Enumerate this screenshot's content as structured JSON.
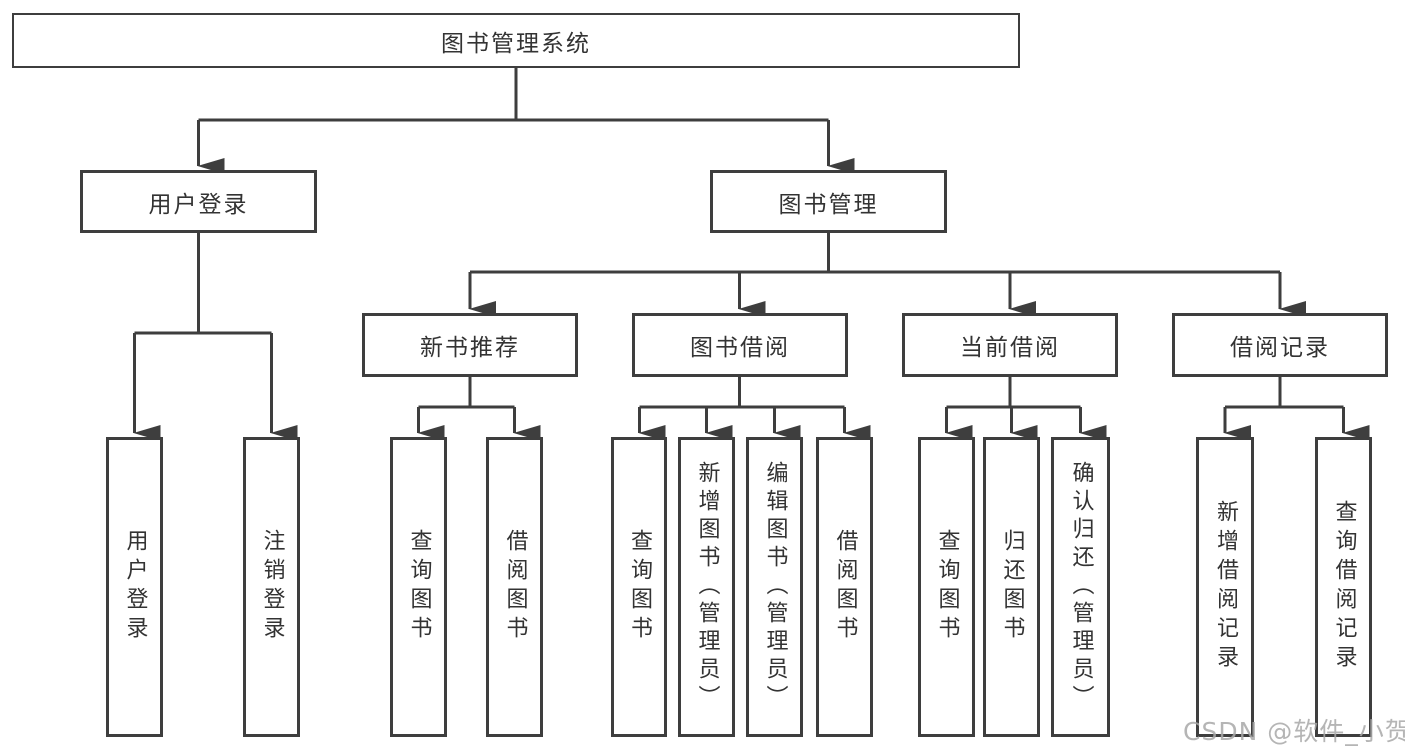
{
  "diagram": {
    "colors": {
      "line": "#3e3e3e",
      "border": "#3e3e3e",
      "text": "#333333",
      "background": "#ffffff",
      "watermark": "#a9a9a9"
    },
    "watermark": "CSDN @软件_小贺同学",
    "nodes": {
      "root": {
        "label": "图书管理系统"
      },
      "userLogin": {
        "label": "用户登录"
      },
      "bookMgmt": {
        "label": "图书管理"
      },
      "leafUserLogin": {
        "label": "用户登录"
      },
      "leafLogout": {
        "label": "注销登录"
      },
      "newBooks": {
        "label": "新书推荐"
      },
      "bookBorrow": {
        "label": "图书借阅"
      },
      "currentBorrow": {
        "label": "当前借阅"
      },
      "borrowRecords": {
        "label": "借阅记录"
      },
      "nbQuery": {
        "label": "查询图书"
      },
      "nbBorrow": {
        "label": "借阅图书"
      },
      "bbQuery": {
        "label": "查询图书"
      },
      "bbAdd": {
        "label": "新增图书（管理员）"
      },
      "bbEdit": {
        "label": "编辑图书（管理员）"
      },
      "bbBorrow": {
        "label": "借阅图书"
      },
      "cbQuery": {
        "label": "查询图书"
      },
      "cbReturn": {
        "label": "归还图书"
      },
      "cbConfirm": {
        "label": "确认归还（管理员）"
      },
      "brAdd": {
        "label": "新增借阅记录"
      },
      "brQuery": {
        "label": "查询借阅记录"
      }
    }
  }
}
